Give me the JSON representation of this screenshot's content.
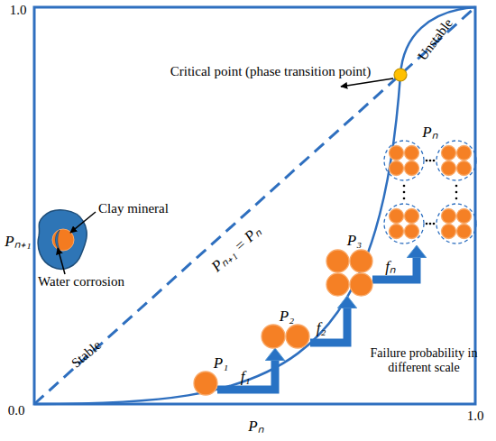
{
  "diagram": {
    "nodes": [
      {
        "text": [
          "P₁"
        ]
      },
      {
        "text": [
          "P₂"
        ]
      },
      {
        "text": [
          "P₃"
        ]
      },
      {
        "text": [
          "Pₙ"
        ]
      }
    ],
    "edges": [
      {
        "from": 0,
        "to": 1,
        "arrow": "to",
        "label": "f₁"
      },
      {
        "from": 1,
        "to": 2,
        "arrow": "to",
        "label": "f₂"
      },
      {
        "from": 2,
        "to": 3,
        "arrow": "to",
        "label": "fₙ"
      }
    ],
    "labels": [
      "1.0",
      "0.0",
      "1.0",
      "Pₙ",
      "Pₙ₊₁",
      "Critical point (phase transition point)",
      "Unstable",
      "Stable",
      "Pₙ₊₁ = Pₙ",
      "Clay mineral",
      "Water corrosion",
      "Failure probability in different scale"
    ]
  }
}
